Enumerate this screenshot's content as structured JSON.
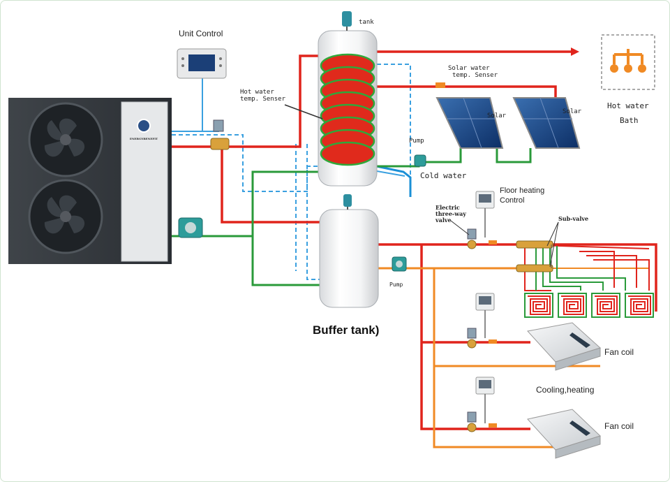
{
  "labels": {
    "unit_control": "Unit Control",
    "tank": "tank",
    "hot_water_sensor_1": "Hot water",
    "hot_water_sensor_2": "temp. Senser",
    "solar_sensor_1": "Solar water",
    "solar_sensor_2": "temp. Senser",
    "solar_1": "Solar",
    "solar_2": "Solar",
    "hot_water_bath_1": "Hot water",
    "hot_water_bath_2": "Bath",
    "pump_solar": "Pump",
    "cold_water": "Cold water",
    "floor_heating_control_1": "Floor heating",
    "floor_heating_control_2": "Control",
    "electric_valve_1": "Electric",
    "electric_valve_2": "three-way",
    "electric_valve_3": "valve",
    "sub_valve": "Sub-valve",
    "pump_buffer": "Pump",
    "buffer_tank": "Buffer tank)",
    "fan_coil_1": "Fan coil",
    "cooling_heating": "Cooling,heating",
    "fan_coil_2": "Fan coil",
    "unit_brand": "ENERGYBENEFIT"
  },
  "colors": {
    "hot_pipe": "#e0241c",
    "return_pipe": "#2a9a3a",
    "cold_pipe": "#1a8fd6",
    "control_line": "#3aa0e0",
    "orange_pipe": "#f08a24",
    "coil": "#e02a1c",
    "coil_outline": "#2fa83a",
    "heat_pump_body": "#3c4148"
  }
}
